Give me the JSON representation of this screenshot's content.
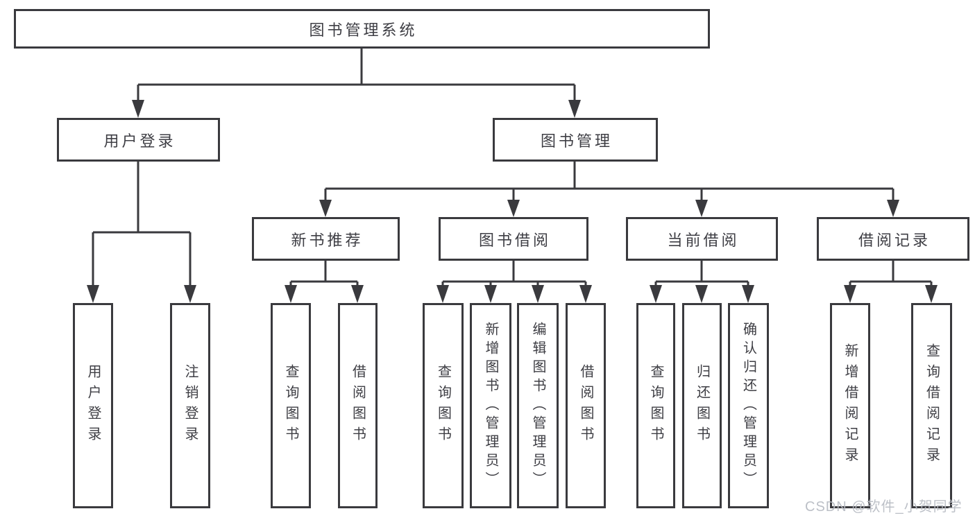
{
  "diagram": {
    "type": "tree",
    "title": "图书管理系统"
  },
  "tree": {
    "root": {
      "label": "图书管理系统",
      "children": [
        {
          "label": "用户登录",
          "children": [
            {
              "label": "用户登录"
            },
            {
              "label": "注销登录"
            }
          ]
        },
        {
          "label": "图书管理",
          "children": [
            {
              "label": "新书推荐",
              "children": [
                {
                  "label": "查询图书"
                },
                {
                  "label": "借阅图书"
                }
              ]
            },
            {
              "label": "图书借阅",
              "children": [
                {
                  "label": "查询图书"
                },
                {
                  "label": "新增图书（管理员）"
                },
                {
                  "label": "编辑图书（管理员）"
                },
                {
                  "label": "借阅图书"
                }
              ]
            },
            {
              "label": "当前借阅",
              "children": [
                {
                  "label": "查询图书"
                },
                {
                  "label": "归还图书"
                },
                {
                  "label": "确认归还（管理员）"
                }
              ]
            },
            {
              "label": "借阅记录",
              "children": [
                {
                  "label": "新增借阅记录"
                },
                {
                  "label": "查询借阅记录"
                }
              ]
            }
          ]
        }
      ]
    }
  },
  "watermark": "CSDN @软件_小贺同学",
  "colors": {
    "line": "#3a3a3e",
    "text": "#3e3e44",
    "box_background": "#ffffff",
    "watermark": "#b7bbc3",
    "background": "#ffffff"
  }
}
